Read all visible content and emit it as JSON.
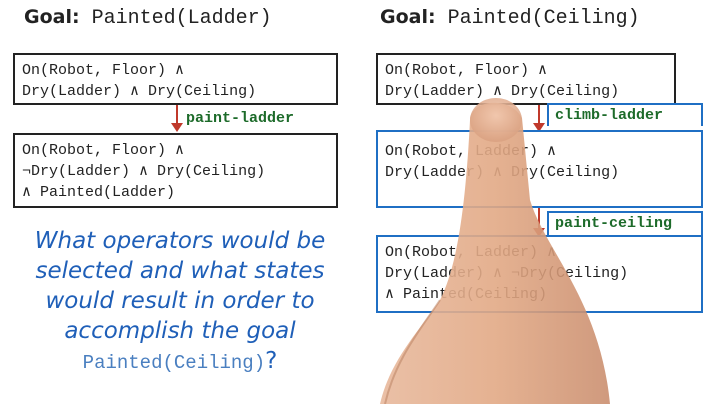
{
  "left_goal": {
    "goal_word": "Goal:",
    "target": "Painted(Ladder)"
  },
  "right_goal": {
    "goal_word": "Goal:",
    "target": "Painted(Ceiling)"
  },
  "left_states": [
    {
      "lines": [
        "On(Robot, Floor) ∧",
        "Dry(Ladder) ∧ Dry(Ceiling)"
      ]
    },
    {
      "lines": [
        "On(Robot, Floor) ∧",
        "¬Dry(Ladder) ∧ Dry(Ceiling)",
        "∧ Painted(Ladder)"
      ]
    }
  ],
  "left_operator": "paint-ladder",
  "right_states": [
    {
      "lines": [
        "On(Robot, Floor) ∧",
        "Dry(Ladder) ∧ Dry(Ceiling)"
      ]
    },
    {
      "lines": [
        "On(Robot, Ladder) ∧",
        "Dry(Ladder) ∧ Dry(Ceiling)"
      ]
    },
    {
      "lines": [
        "On(Robot, Ladder) ∧",
        "Dry(Ladder) ∧ ¬Dry(Ceiling)",
        "∧ Painted(Ceiling)"
      ]
    }
  ],
  "right_operators": [
    "climb-ladder",
    "paint-ceiling"
  ],
  "question": {
    "lines": [
      "What operators would be",
      "selected and what states",
      "would result in order to",
      "accomplish the goal"
    ],
    "goal_expression": "Painted(Ceiling)",
    "question_mark": "?"
  },
  "colors": {
    "operator_text": "#1d6b2a",
    "box_border": "#222222",
    "highlight_border": "#1f6fc4",
    "question_text": "#1f5fb8",
    "arrow": "#c0392b"
  }
}
